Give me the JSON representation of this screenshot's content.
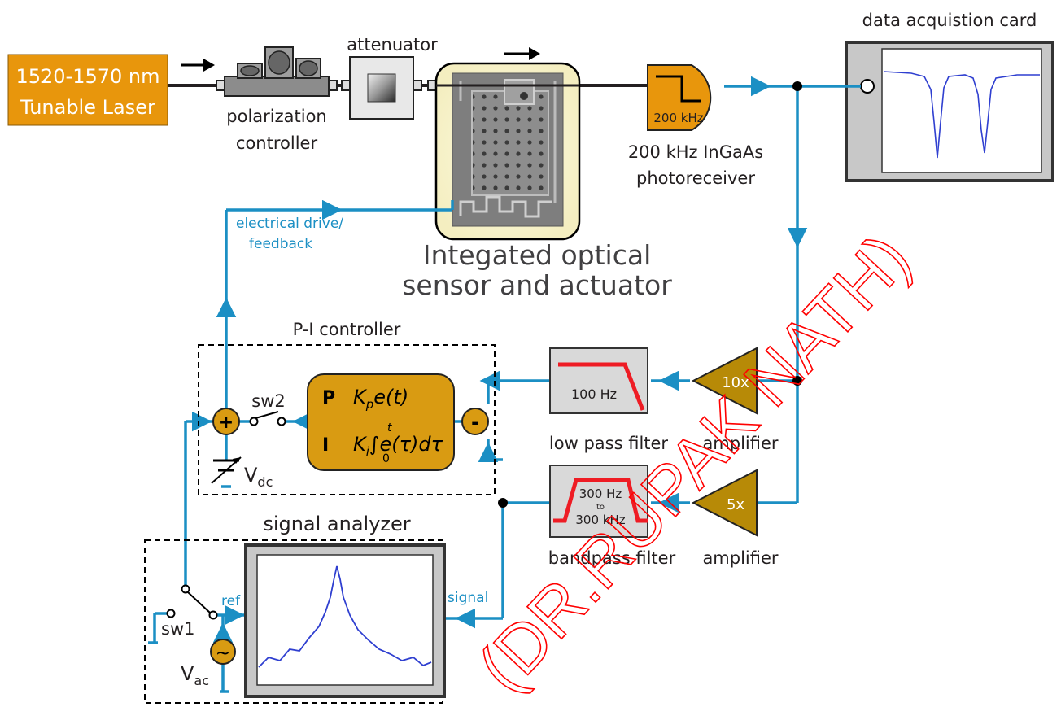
{
  "laser": {
    "line1": "1520-1570 nm",
    "line2": "Tunable Laser"
  },
  "polarization_controller": {
    "line1": "polarization",
    "line2": "controller"
  },
  "attenuator": {
    "label": "attenuator"
  },
  "sensor": {
    "line1": "Integated optical",
    "line2": "sensor and actuator"
  },
  "photoreceiver": {
    "badge": "200 kHz",
    "line1": "200 kHz InGaAs",
    "line2": "photoreceiver"
  },
  "daq": {
    "label": "data acquistion card"
  },
  "feedback": {
    "line1": "electrical drive/",
    "line2": "feedback"
  },
  "pi_controller": {
    "title": "P-I controller",
    "p_letter": "P",
    "i_letter": "I",
    "p_term_k": "K",
    "p_term_sub": "p",
    "p_term_rest": "e(t)",
    "i_term_k": "K",
    "i_term_sub": "i",
    "i_term_int": "∫",
    "i_term_upper": "t",
    "i_term_lower": "0",
    "i_term_rest": "e(τ)dτ",
    "sw2": "sw2",
    "vdc_v": "V",
    "vdc_sub": "dc",
    "plus": "+",
    "minus": "-"
  },
  "low_pass_filter": {
    "freq": "100 Hz",
    "label": "low pass filter"
  },
  "bandpass_filter": {
    "freq1": "300 Hz",
    "freq_to": "to",
    "freq2": "300 kHz",
    "label": "bandpass filter"
  },
  "amplifier_top": {
    "gain": "10x",
    "label": "amplifier"
  },
  "amplifier_bottom": {
    "gain": "5x",
    "label": "amplifier"
  },
  "signal_analyzer": {
    "title": "signal analyzer",
    "ref": "ref",
    "signal": "signal",
    "sw1": "sw1",
    "vac_v": "V",
    "vac_sub": "ac",
    "source": "~"
  },
  "watermark": {
    "text": "(DR.RUPAK NATH)"
  },
  "colors": {
    "signal_blue": "#1b8fc4",
    "block_orange": "#e8960c",
    "controller_gold": "#d99b12",
    "amplifier_olive": "#b78a07",
    "filter_red": "#ee1c24",
    "trace_blue": "#2f3fd0",
    "watermark_red": "#ff0000"
  }
}
